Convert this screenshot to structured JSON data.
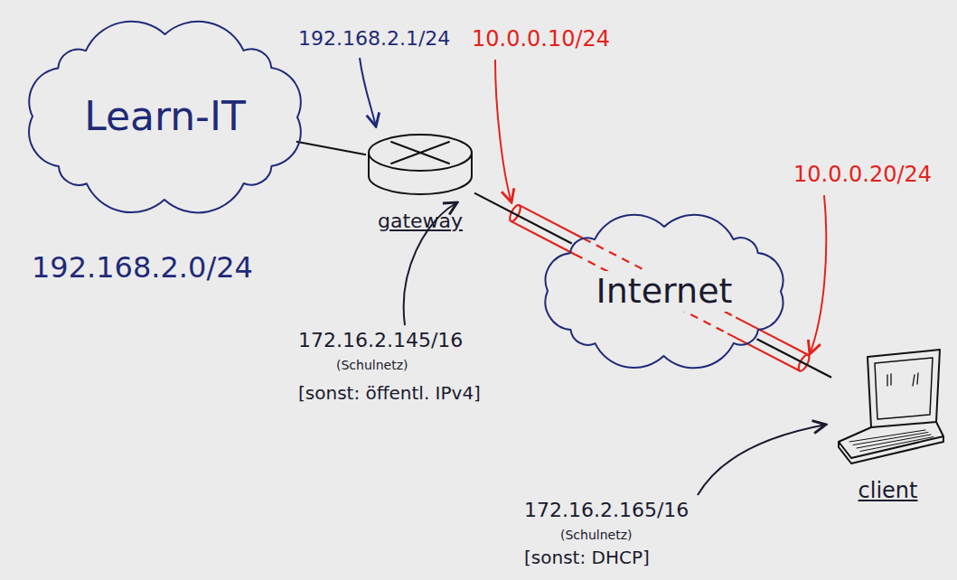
{
  "diagram": {
    "nodes": [
      {
        "text": [
          "Learn-IT"
        ]
      },
      {
        "text": [
          "gateway"
        ]
      },
      {
        "text": [
          "Internet"
        ]
      },
      {
        "text": [
          "client"
        ]
      }
    ],
    "edges": [
      {
        "from": 0,
        "to": 1,
        "arrow": "none"
      },
      {
        "from": 1,
        "to": 2,
        "arrow": "none"
      },
      {
        "from": 2,
        "to": 3,
        "arrow": "none"
      }
    ],
    "labels": [
      "192.168.2.1/24",
      "10.0.0.10/24",
      "10.0.0.20/24",
      "192.168.2.0/24",
      "172.16.2.145/16",
      "(Schulnetz)",
      "[sonst: öffentl. IPv4]",
      "172.16.2.165/16",
      "(Schulnetz)",
      "[sonst: DHCP]"
    ]
  }
}
